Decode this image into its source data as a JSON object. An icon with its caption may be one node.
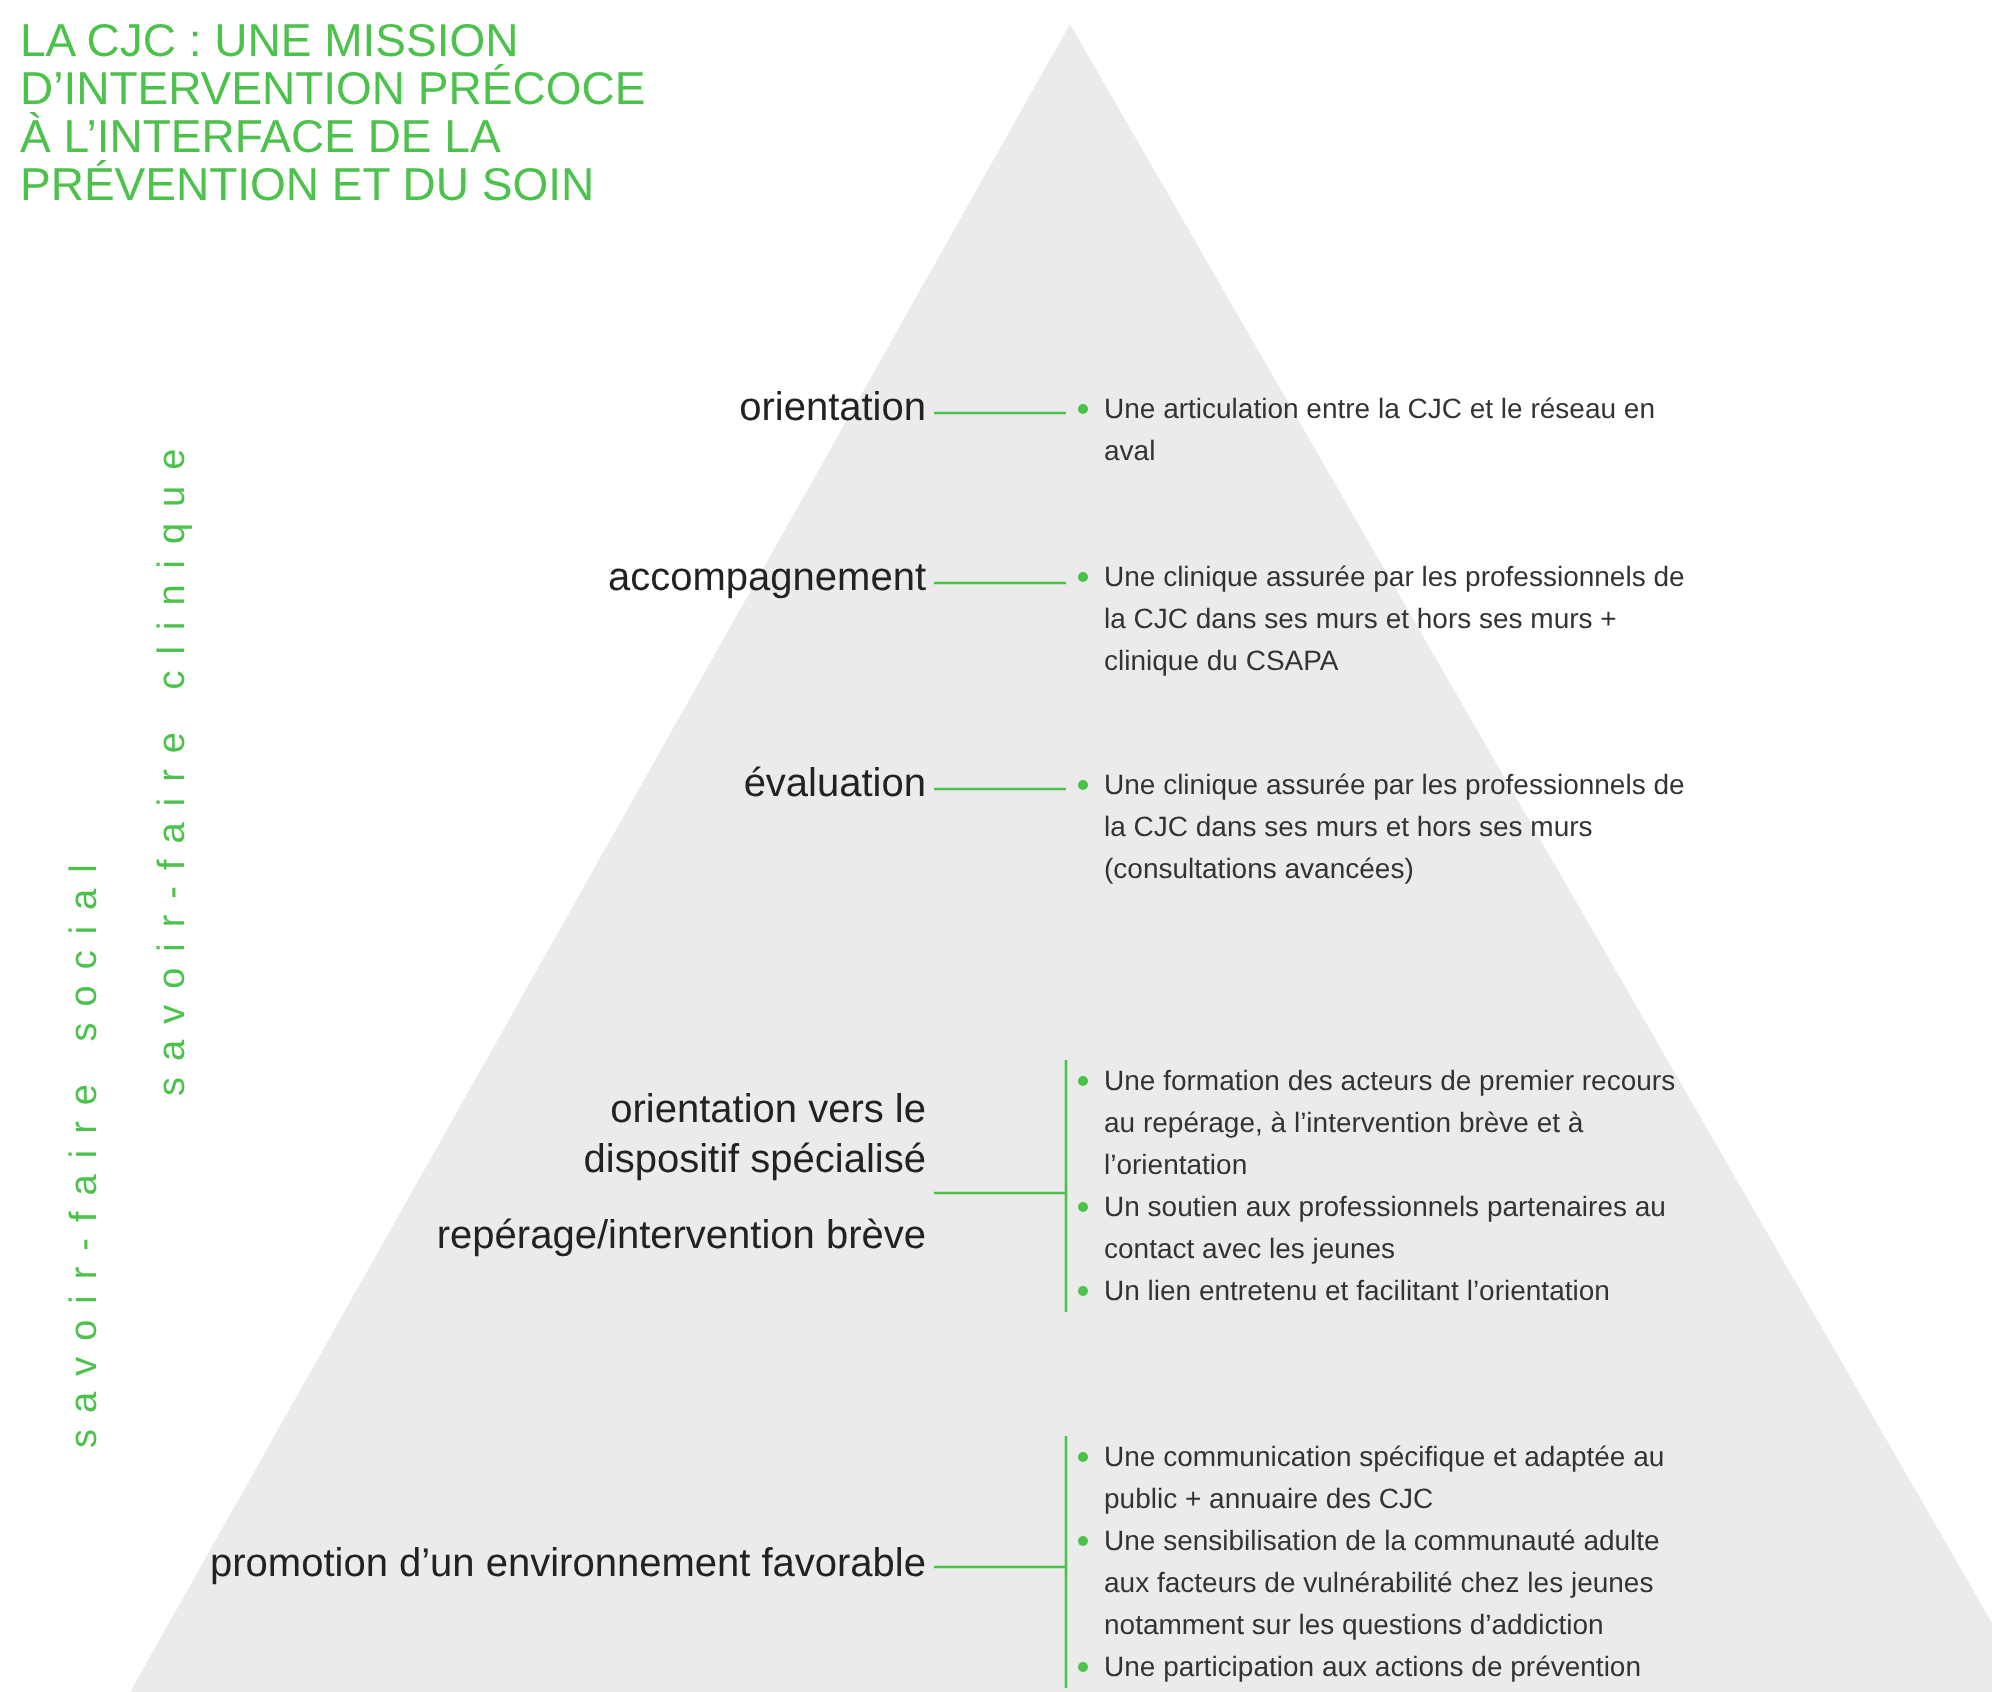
{
  "diagram": {
    "title": "LA CJC : UNE MISSION D’INTERVENTION PRÉCOCE À L’INTERFACE DE LA PRÉVENTION ET DU SOIN",
    "nodes": [
      {
        "text": [
          "orientation"
        ]
      },
      {
        "text": [
          "Une articulation entre la CJC et le réseau en aval"
        ]
      },
      {
        "text": [
          "accompagnement"
        ]
      },
      {
        "text": [
          "Une clinique assurée par les professionnels de la CJC dans ses murs et hors ses murs + clinique du CSAPA"
        ]
      },
      {
        "text": [
          "évaluation"
        ]
      },
      {
        "text": [
          "Une clinique assurée par les professionnels de la CJC dans ses murs et hors ses murs (consultations avancées)"
        ]
      },
      {
        "text": [
          "orientation vers le dispositif spécialisé"
        ]
      },
      {
        "text": [
          "repérage/intervention brève"
        ]
      },
      {
        "text": [
          "Une formation des acteurs de premier recours au repérage, à l’intervention brève et à l’orientation",
          "Un soutien aux professionnels partenaires au contact avec les jeunes",
          "Un lien entretenu et facilitant l’orientation"
        ]
      },
      {
        "text": [
          "promotion d’un environnement favorable"
        ]
      },
      {
        "text": [
          "Une communication spécifique et adaptée au public + annuaire des CJC",
          "Une sensibilisation de la communauté adulte aux facteurs de vulnérabilité chez les jeunes notamment sur les questions d’addiction",
          "Une participation aux actions de prévention"
        ]
      }
    ],
    "edges": [
      {
        "from": 0,
        "to": 1,
        "arrow": "none"
      },
      {
        "from": 2,
        "to": 3,
        "arrow": "none"
      },
      {
        "from": 4,
        "to": 5,
        "arrow": "none"
      },
      {
        "from": 6,
        "to": 8,
        "arrow": "none"
      },
      {
        "from": 7,
        "to": 8,
        "arrow": "none"
      },
      {
        "from": 9,
        "to": 10,
        "arrow": "none"
      }
    ],
    "labels": [
      "savoir-faire clinique",
      "savoir-faire social"
    ]
  }
}
